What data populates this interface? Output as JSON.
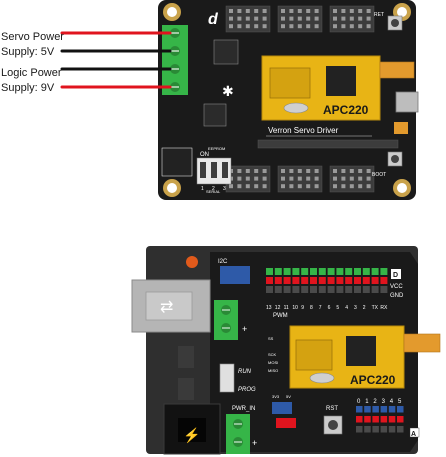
{
  "wires": {
    "servo_label_line1": "Servo Power",
    "servo_label_line2": "Supply: 5V",
    "logic_label_line1": "Logic Power",
    "logic_label_line2": "Supply: 9V",
    "colors": {
      "red": "#e0141e",
      "black": "#111111"
    }
  },
  "servo_driver_board": {
    "module_label": "APC220",
    "board_text": "Verron Servo Driver",
    "ret_label": "RET",
    "boot_label": "BOOT",
    "on_label": "ON",
    "eeprom_label": "EEPROM",
    "serial_label": "SERIAL",
    "switch_numbers": [
      "1",
      "2",
      "3"
    ],
    "colors": {
      "pcb": "#1a1a1a",
      "module": "#e8b415",
      "terminal": "#36b548"
    }
  },
  "shield_board": {
    "module_label": "APC220",
    "i2c_label": "I2C",
    "pwm_label": "PWM",
    "digital_pins": [
      "13",
      "12",
      "11",
      "10",
      "9",
      "8",
      "7",
      "6",
      "5",
      "4",
      "3",
      "2",
      "TX",
      "RX"
    ],
    "analog_pins": [
      "0",
      "1",
      "2",
      "3",
      "4",
      "5"
    ],
    "rail_labels": [
      "GND",
      "VCC",
      "D"
    ],
    "analog_rail_labels": [
      "GND",
      "VCC",
      "A"
    ],
    "spi_pins": [
      "SS",
      "SCK",
      "MOSI",
      "MISO"
    ],
    "run_label": "RUN",
    "prog_label": "PROG",
    "pwr_in_label": "PWR_IN",
    "rst_label": "RST",
    "voltage_labels": [
      "3V3",
      "5V"
    ],
    "colors": {
      "pcb": "#1a1a1a",
      "arduino": "#2f2f2f",
      "module": "#e8b415",
      "terminal": "#36b548"
    }
  }
}
